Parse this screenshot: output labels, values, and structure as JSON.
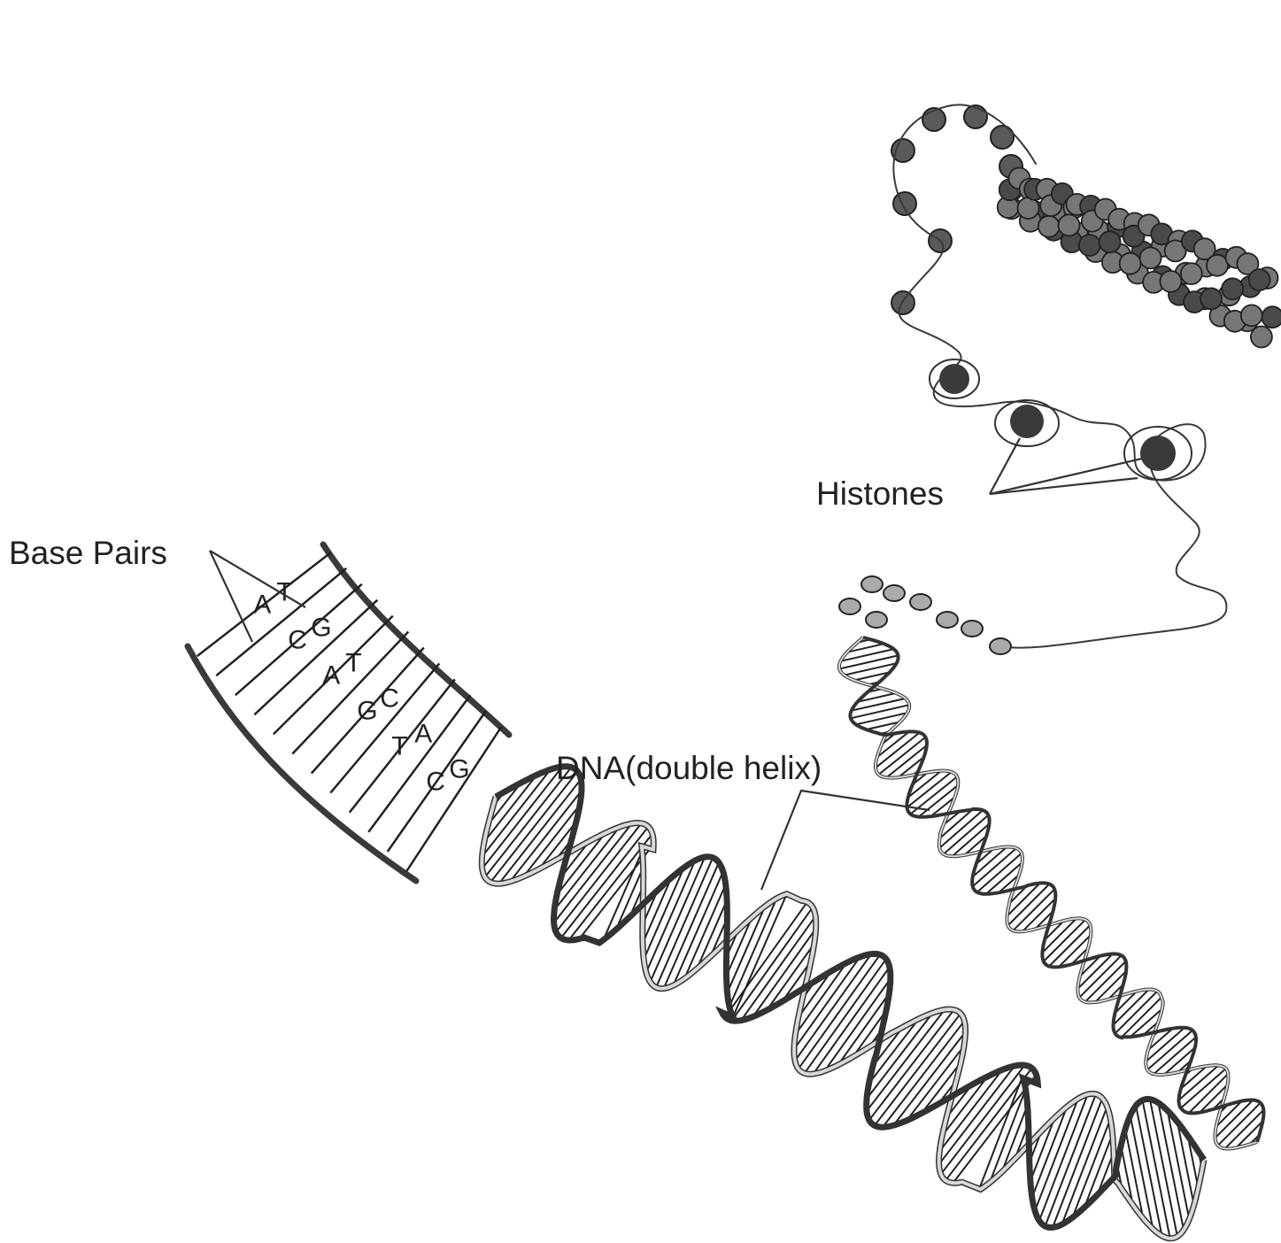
{
  "labels": {
    "base_pairs": "Base Pairs",
    "histones": "Histones",
    "dna": "DNA(double helix)"
  },
  "base_letters": [
    "A",
    "T",
    "C",
    "G",
    "A",
    "T",
    "G",
    "C",
    "T",
    "A",
    "C",
    "G"
  ],
  "colors": {
    "ink": "#222222",
    "strand_fill": "#d8d8d8",
    "bead": "#5a5a5a",
    "background": "#ffffff"
  }
}
